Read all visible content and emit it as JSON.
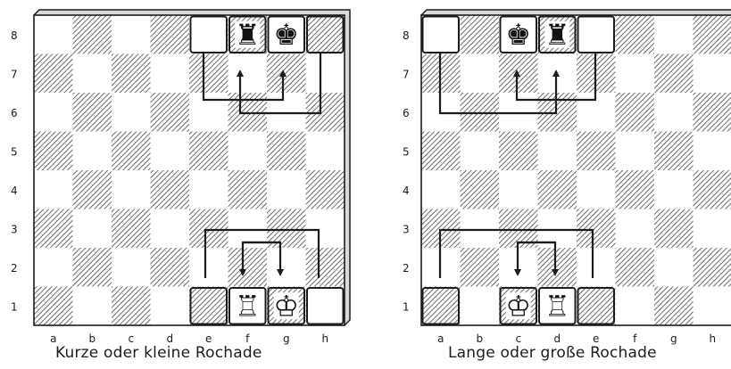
{
  "files": [
    "a",
    "b",
    "c",
    "d",
    "e",
    "f",
    "g",
    "h"
  ],
  "ranks": [
    "8",
    "7",
    "6",
    "5",
    "4",
    "3",
    "2",
    "1"
  ],
  "colors": {
    "ink": "#1c1c1c",
    "hatch": "#5a5a5a",
    "paper": "#ffffff"
  },
  "diagrams": [
    {
      "caption": "Kurze oder kleine Rochade",
      "highlights": [
        {
          "square": "e8",
          "fill": "light"
        },
        {
          "square": "f8",
          "fill": "dark"
        },
        {
          "square": "g8",
          "fill": "light"
        },
        {
          "square": "h8",
          "fill": "dark"
        },
        {
          "square": "e1",
          "fill": "dark"
        },
        {
          "square": "f1",
          "fill": "light"
        },
        {
          "square": "g1",
          "fill": "dark"
        },
        {
          "square": "h1",
          "fill": "light"
        }
      ],
      "pieces": [
        {
          "square": "f8",
          "piece": "rook",
          "color": "black",
          "glyph": "♜",
          "name": "black-rook-icon"
        },
        {
          "square": "g8",
          "piece": "king",
          "color": "black",
          "glyph": "♚",
          "name": "black-king-icon"
        },
        {
          "square": "f1",
          "piece": "rook",
          "color": "white",
          "glyph": "♖",
          "name": "white-rook-icon"
        },
        {
          "square": "g1",
          "piece": "king",
          "color": "white",
          "glyph": "♔",
          "name": "white-king-icon"
        }
      ]
    },
    {
      "caption": "Lange oder große Rochade",
      "highlights": [
        {
          "square": "a8",
          "fill": "light"
        },
        {
          "square": "c8",
          "fill": "light"
        },
        {
          "square": "d8",
          "fill": "dark"
        },
        {
          "square": "e8",
          "fill": "light"
        },
        {
          "square": "a1",
          "fill": "dark"
        },
        {
          "square": "c1",
          "fill": "dark"
        },
        {
          "square": "d1",
          "fill": "light"
        },
        {
          "square": "e1",
          "fill": "dark"
        }
      ],
      "pieces": [
        {
          "square": "c8",
          "piece": "king",
          "color": "black",
          "glyph": "♚",
          "name": "black-king-icon"
        },
        {
          "square": "d8",
          "piece": "rook",
          "color": "black",
          "glyph": "♜",
          "name": "black-rook-icon"
        },
        {
          "square": "c1",
          "piece": "king",
          "color": "white",
          "glyph": "♔",
          "name": "white-king-icon"
        },
        {
          "square": "d1",
          "piece": "rook",
          "color": "white",
          "glyph": "♖",
          "name": "white-rook-icon"
        }
      ]
    }
  ]
}
